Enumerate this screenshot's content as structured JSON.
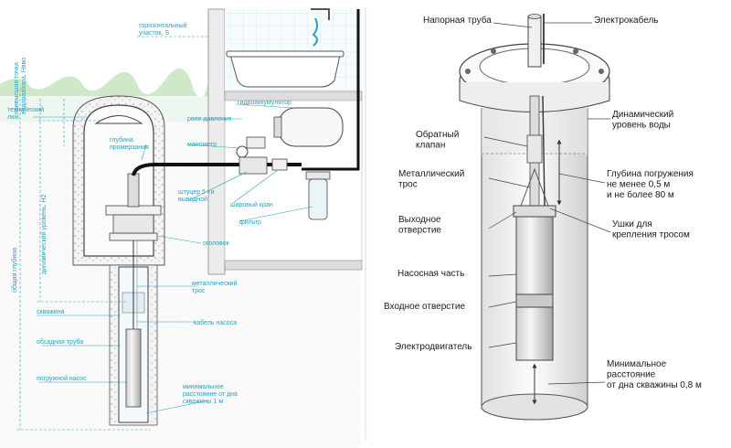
{
  "left": {
    "labels": {
      "lowest_point": "наивысшая точка\nводоразбора, Hвво",
      "horiz_section": "горизонтальный\nучасток, S",
      "tech_hatch": "технический\nлюк",
      "freeze_depth": "глубина\nпромерзания",
      "pressure_relay": "реле давления",
      "manometer": "манометр",
      "accumulator": "гидроаккумулятор",
      "fitting": "штуцер 5-ти\nвыводной",
      "ball_valve": "шаровый кран",
      "filter": "фильтр",
      "dynamic_level": "динамический уровень, H2",
      "total_depth": "общая глубина",
      "head": "оголовок",
      "metal_cable": "металлический\nтрос",
      "pump_cable": "кабель насоса",
      "well": "скважина",
      "casing": "обсадная труба",
      "sub_pump": "погружной насос",
      "min_distance": "минимальное\nрасстояние от дна\nскважины 1 м"
    }
  },
  "right": {
    "labels": {
      "pressure_pipe": "Напорная труба",
      "electric_cable": "Электрокабель",
      "dynamic_level": "Динамический\nуровень воды",
      "check_valve": "Обратный\nклапан",
      "metal_rope": "Металлический\nтрос",
      "immersion_depth": "Глубина погружения\nне менее 0,5 м\nи не более 80 м",
      "outlet": "Выходное\nотверстие",
      "lugs": "Ушки для\nкрепления тросом",
      "pump_part": "Насосная часть",
      "inlet": "Входное отверстие",
      "motor": "Электродвигатель",
      "min_bottom": "Минимальное\nрасстояние\nот дна скважины 0,8 м"
    }
  },
  "colors": {
    "accent": "#2aa0bf",
    "line": "#333333",
    "sky_light": "#e6f2f7",
    "water": "#dcebf2"
  }
}
